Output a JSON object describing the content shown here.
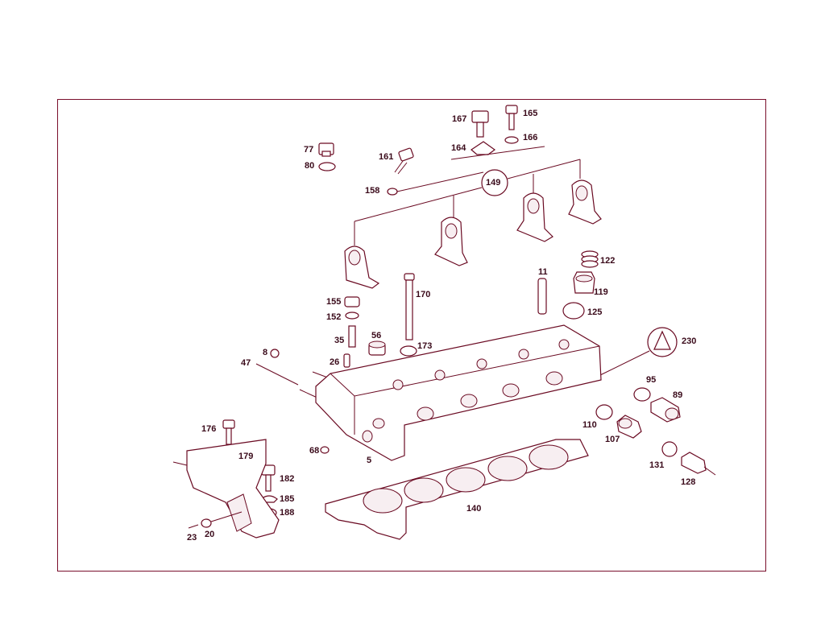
{
  "colors": {
    "line": "#6a0a22",
    "label": "#3a0a1a",
    "frame": "#7a0f2c"
  },
  "labels": {
    "p167": "167",
    "p165": "165",
    "p166": "166",
    "p164": "164",
    "p77": "77",
    "p80": "80",
    "p161": "161",
    "p158": "158",
    "p149": "149",
    "p122": "122",
    "p119": "119",
    "p125": "125",
    "p11": "11",
    "p170": "170",
    "p155": "155",
    "p152": "152",
    "p35": "35",
    "p56": "56",
    "p173": "173",
    "p230": "230",
    "p8": "8",
    "p26": "26",
    "p47": "47",
    "p95": "95",
    "p89": "89",
    "p110": "110",
    "p107": "107",
    "p176": "176",
    "p179": "179",
    "p68": "68",
    "p5": "5",
    "p131": "131",
    "p128": "128",
    "p182": "182",
    "p185": "185",
    "p188": "188",
    "p140": "140",
    "p23": "23",
    "p20": "20"
  }
}
